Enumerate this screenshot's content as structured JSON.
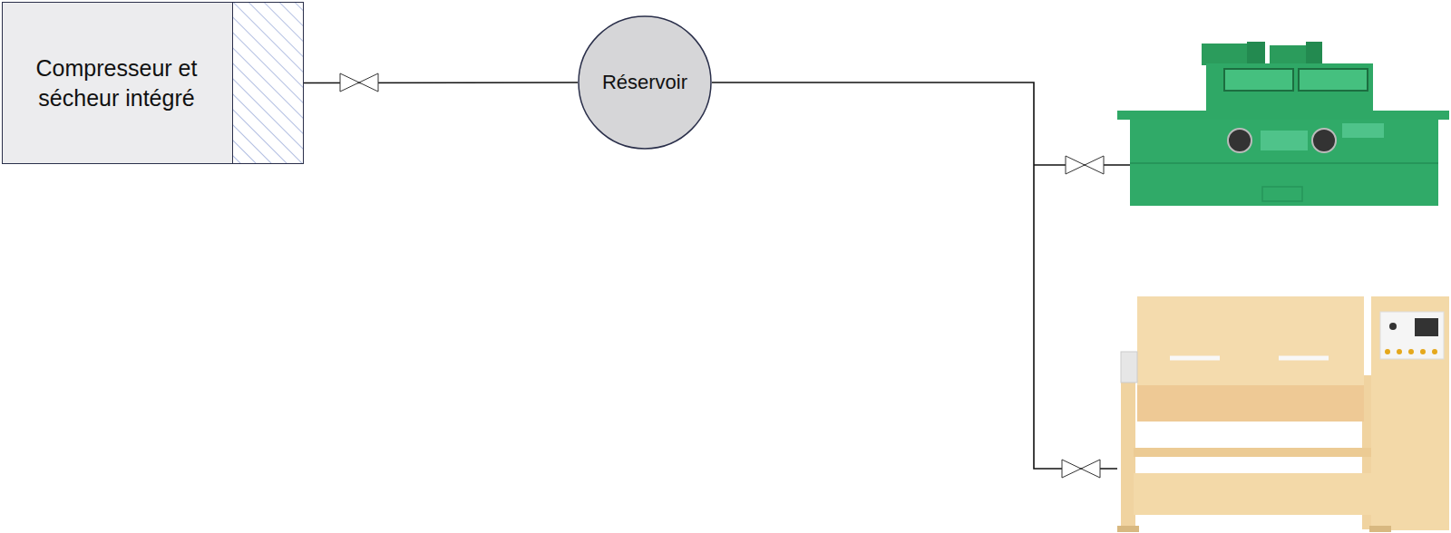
{
  "diagram": {
    "nodes": [
      {
        "text": [
          "Compresseur et sécheur intégré"
        ]
      },
      {
        "text": [
          "Réservoir"
        ]
      }
    ],
    "edges": [
      {
        "from": 0,
        "to": 1,
        "arrow": "none"
      }
    ]
  }
}
